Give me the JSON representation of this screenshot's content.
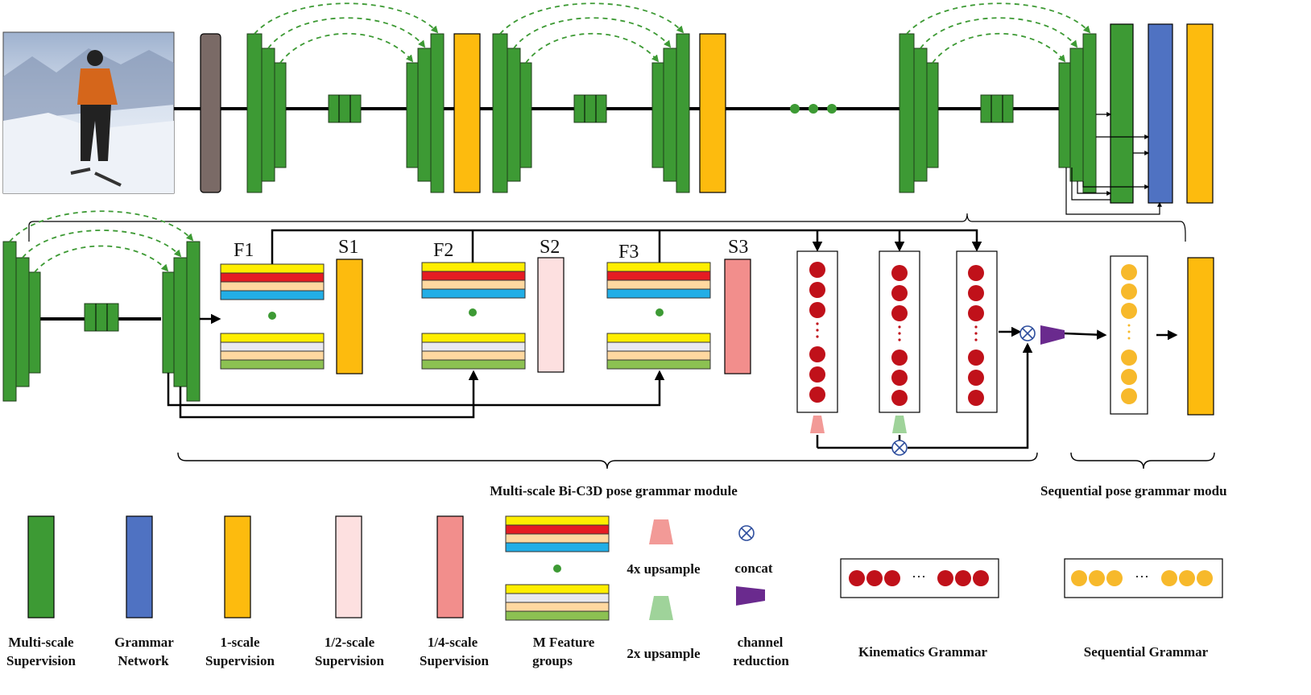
{
  "colors": {
    "green": "#3d9a34",
    "green_dark": "#1f5e1a",
    "blue": "#4f72c2",
    "orange": "#fdbb0e",
    "pink_light": "#fde0e0",
    "pink": "#f28e8c",
    "brown": "#7a6a66",
    "red_dot": "#c0111a",
    "yellow_dot": "#f7b92b",
    "purple": "#6a2a8e",
    "up4x": "#f29a97",
    "up2x": "#9fd39a",
    "concat": "#2f4f9e",
    "feat_yellow": "#ffee00",
    "feat_red": "#e51c23",
    "feat_peach": "#ffd8a0",
    "feat_blue": "#22aee6",
    "feat_gray": "#e9e9ef",
    "feat_green": "#8cc152"
  },
  "icons": {
    "concat": "circled-times-icon",
    "upsample": "trapezoid-icon",
    "reduction": "trapezoid-icon",
    "ellipsis": "dots-icon"
  },
  "labels": {
    "f1": "F1",
    "f2": "F2",
    "f3": "F3",
    "s1": "S1",
    "s2": "S2",
    "s3": "S3",
    "ellipsis": "● ● ●",
    "bi_c3d_module": "Multi-scale Bi-C3D pose grammar module",
    "sequential_module": "Sequential pose grammar modu",
    "dots_vertical": "⋮"
  },
  "legend": {
    "multiscale_1": "Multi-scale",
    "multiscale_2": "Supervision",
    "grammar_1": "Grammar",
    "grammar_2": "Network",
    "scale1_1": "1-scale",
    "scale1_2": "Supervision",
    "scale2_1": "1/2-scale",
    "scale2_2": "Supervision",
    "scale4_1": "1/4-scale",
    "scale4_2": "Supervision",
    "feature_1": "M Feature",
    "feature_2": "groups",
    "up4x": "4x upsample",
    "up2x": "2x upsample",
    "concat": "concat",
    "reduction_1": "channel",
    "reduction_2": "reduction",
    "kinematics": "Kinematics Grammar",
    "sequential": "Sequential Grammar",
    "dots_h": "···",
    "dots_h2": "···"
  }
}
